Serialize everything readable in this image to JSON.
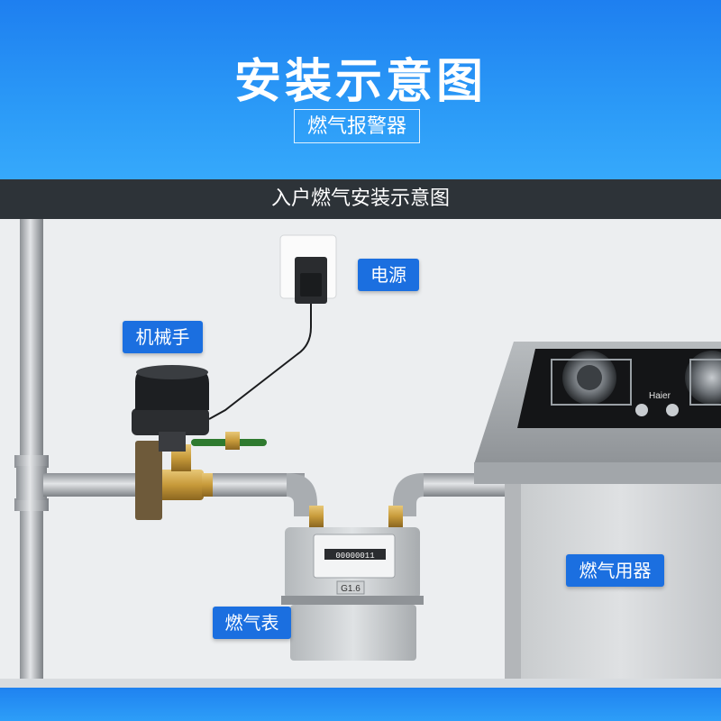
{
  "header": {
    "title": "安装示意图",
    "subtitle": "燃气报警器"
  },
  "band": {
    "text": "入户燃气安装示意图"
  },
  "labels": {
    "power": "电源",
    "manipulator": "机械手",
    "meter": "燃气表",
    "appliance": "燃气用器"
  },
  "meter": {
    "model": "G1.6",
    "reading": "00000011"
  },
  "stove": {
    "brand": "Haier"
  },
  "colors": {
    "accent": "#1b6fe0",
    "band": "#2d3338",
    "header_top": "#1e7ff0",
    "header_bottom": "#36a9fb"
  }
}
